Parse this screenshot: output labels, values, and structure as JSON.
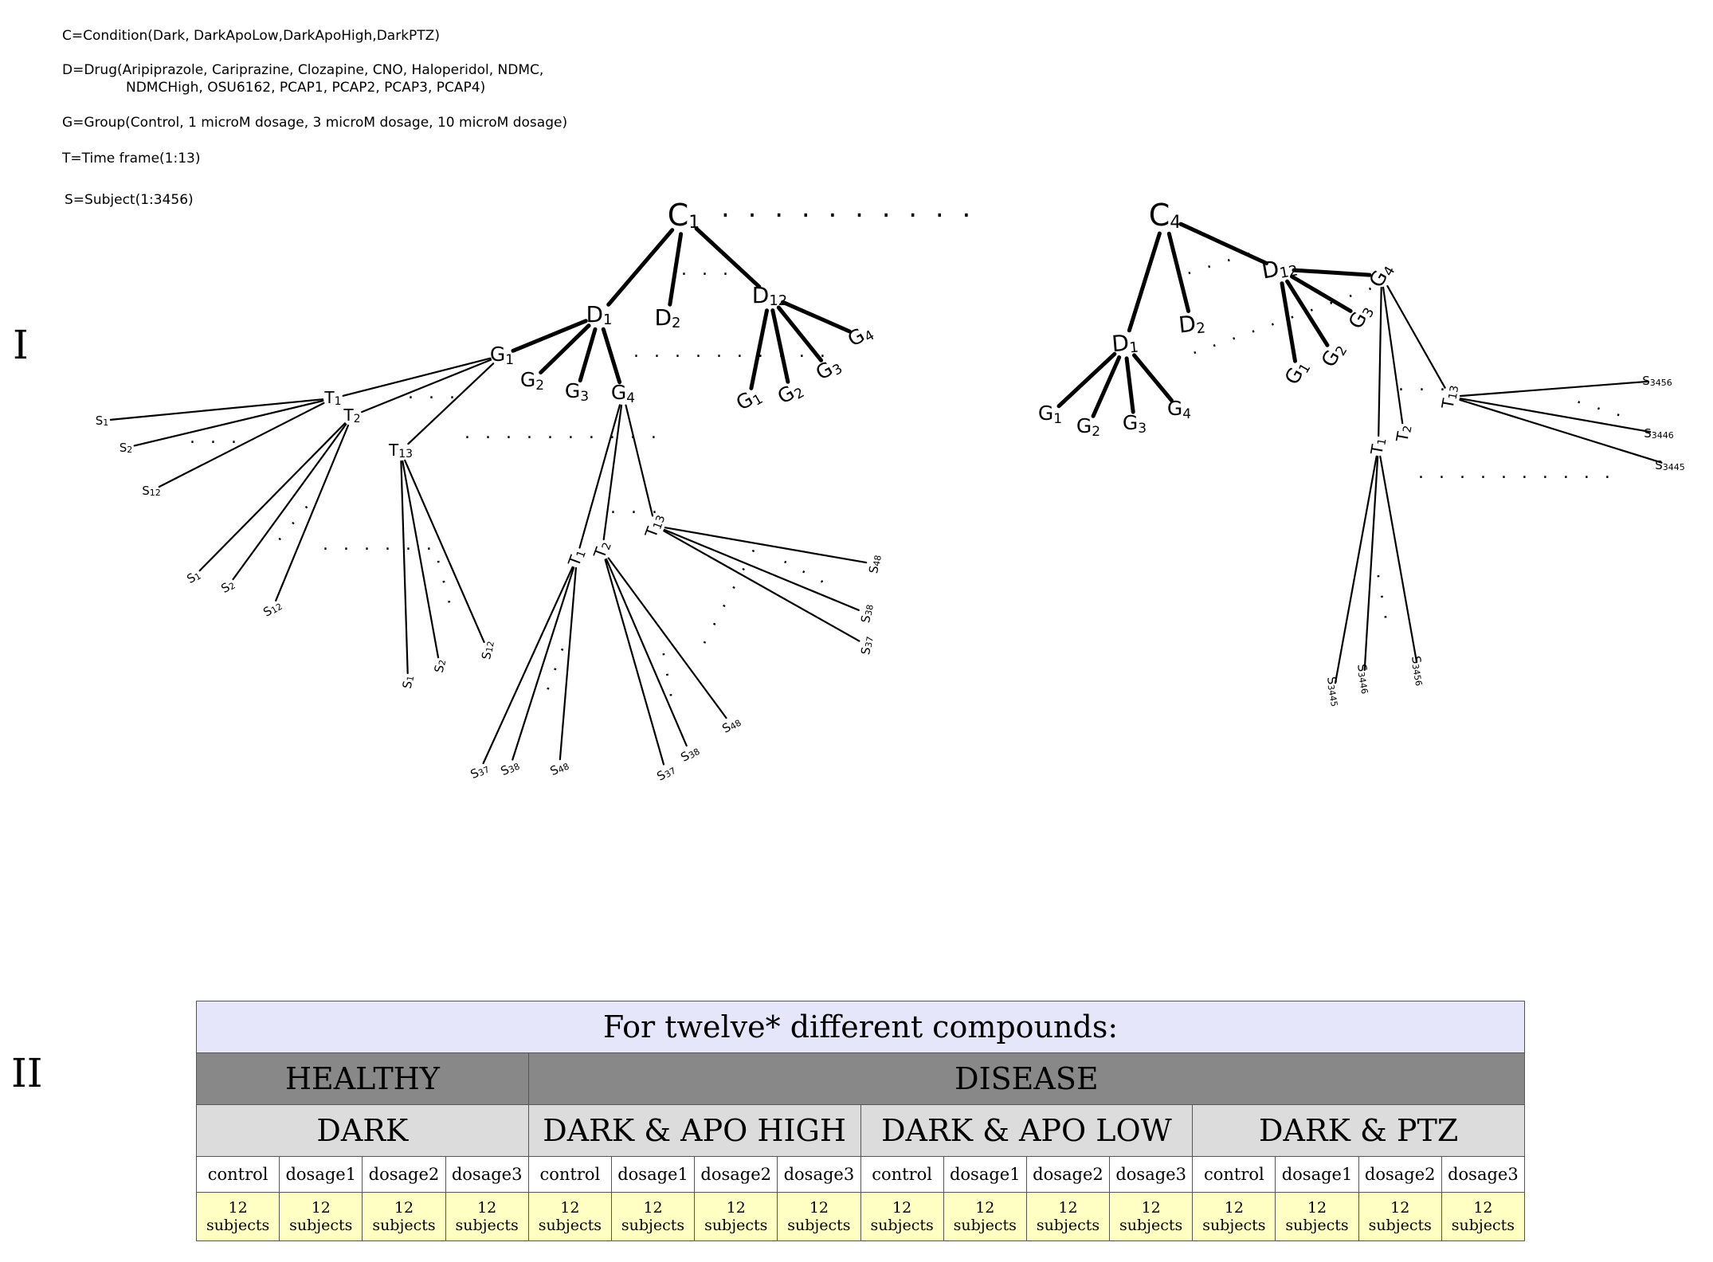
{
  "legend": {
    "condition": "C=Condition(Dark, DarkApoLow,DarkApoHigh,DarkPTZ)",
    "drug_line1": "D=Drug(Aripiprazole, Cariprazine, Clozapine, CNO, Haloperidol, NDMC,",
    "drug_line2": "NDMCHigh, OSU6162, PCAP1, PCAP2, PCAP3, PCAP4)",
    "group": "G=Group(Control, 1 microM dosage, 3 microM dosage, 10 microM dosage)",
    "time": "T=Time frame(1:13)",
    "subject": "S=Subject(1:3456)"
  },
  "section_labels": {
    "part1": "I",
    "part2": "II"
  },
  "tree_nodes": [
    {
      "id": "c1",
      "letter": "C",
      "sub": "1",
      "size": "xl"
    },
    {
      "id": "c4",
      "letter": "C",
      "sub": "4",
      "size": "xl"
    },
    {
      "id": "d1",
      "letter": "D",
      "sub": "1",
      "size": "lg"
    },
    {
      "id": "d2",
      "letter": "D",
      "sub": "2",
      "size": "lg"
    },
    {
      "id": "d12",
      "letter": "D",
      "sub": "12",
      "size": "lg"
    },
    {
      "id": "r_d1",
      "letter": "D",
      "sub": "1",
      "size": "lg"
    },
    {
      "id": "r_d2",
      "letter": "D",
      "sub": "2",
      "size": "lg"
    },
    {
      "id": "r_d12",
      "letter": "D",
      "sub": "12",
      "size": "lg"
    },
    {
      "id": "g1",
      "letter": "G",
      "sub": "1",
      "size": "md"
    },
    {
      "id": "g2",
      "letter": "G",
      "sub": "2",
      "size": "md"
    },
    {
      "id": "g3",
      "letter": "G",
      "sub": "3",
      "size": "md"
    },
    {
      "id": "g4",
      "letter": "G",
      "sub": "4",
      "size": "md"
    },
    {
      "id": "d12g1",
      "letter": "G",
      "sub": "1",
      "size": "md"
    },
    {
      "id": "d12g2",
      "letter": "G",
      "sub": "2",
      "size": "md"
    },
    {
      "id": "d12g3",
      "letter": "G",
      "sub": "3",
      "size": "md"
    },
    {
      "id": "d12g4",
      "letter": "G",
      "sub": "4",
      "size": "md"
    },
    {
      "id": "rd1g1",
      "letter": "G",
      "sub": "1",
      "size": "md"
    },
    {
      "id": "rd1g2",
      "letter": "G",
      "sub": "2",
      "size": "md"
    },
    {
      "id": "rd1g3",
      "letter": "G",
      "sub": "3",
      "size": "md"
    },
    {
      "id": "rd1g4",
      "letter": "G",
      "sub": "4",
      "size": "md"
    },
    {
      "id": "rd12g1",
      "letter": "G",
      "sub": "1",
      "size": "md"
    },
    {
      "id": "rd12g2",
      "letter": "G",
      "sub": "2",
      "size": "md"
    },
    {
      "id": "rd12g3",
      "letter": "G",
      "sub": "3",
      "size": "md"
    },
    {
      "id": "rd12g4",
      "letter": "G",
      "sub": "4",
      "size": "md"
    },
    {
      "id": "g1t1",
      "letter": "T",
      "sub": "1",
      "size": "sm"
    },
    {
      "id": "g1t2",
      "letter": "T",
      "sub": "2",
      "size": "sm"
    },
    {
      "id": "g1t13",
      "letter": "T",
      "sub": "13",
      "size": "sm"
    },
    {
      "id": "g4t1",
      "letter": "T",
      "sub": "1",
      "size": "sm"
    },
    {
      "id": "g4t2",
      "letter": "T",
      "sub": "2",
      "size": "sm"
    },
    {
      "id": "g4t13",
      "letter": "T",
      "sub": "13",
      "size": "sm"
    },
    {
      "id": "rg4t1",
      "letter": "T",
      "sub": "1",
      "size": "sm"
    },
    {
      "id": "rg4t2",
      "letter": "T",
      "sub": "2",
      "size": "sm"
    },
    {
      "id": "rg4t13",
      "letter": "T",
      "sub": "13",
      "size": "sm"
    },
    {
      "id": "s_a1",
      "letter": "S",
      "sub": "1",
      "size": "xs"
    },
    {
      "id": "s_a2",
      "letter": "S",
      "sub": "2",
      "size": "xs"
    },
    {
      "id": "s_a12",
      "letter": "S",
      "sub": "12",
      "size": "xs"
    },
    {
      "id": "s_b1",
      "letter": "S",
      "sub": "1",
      "size": "xs"
    },
    {
      "id": "s_b2",
      "letter": "S",
      "sub": "2",
      "size": "xs"
    },
    {
      "id": "s_b12",
      "letter": "S",
      "sub": "12",
      "size": "xs"
    },
    {
      "id": "s_c1",
      "letter": "S",
      "sub": "1",
      "size": "xs"
    },
    {
      "id": "s_c2",
      "letter": "S",
      "sub": "2",
      "size": "xs"
    },
    {
      "id": "s_c12",
      "letter": "S",
      "sub": "12",
      "size": "xs"
    },
    {
      "id": "s_d37",
      "letter": "S",
      "sub": "37",
      "size": "xs"
    },
    {
      "id": "s_d38",
      "letter": "S",
      "sub": "38",
      "size": "xs"
    },
    {
      "id": "s_d48",
      "letter": "S",
      "sub": "48",
      "size": "xs"
    },
    {
      "id": "s_e37",
      "letter": "S",
      "sub": "37",
      "size": "xs"
    },
    {
      "id": "s_e38",
      "letter": "S",
      "sub": "38",
      "size": "xs"
    },
    {
      "id": "s_e48",
      "letter": "S",
      "sub": "48",
      "size": "xs"
    },
    {
      "id": "s_f48",
      "letter": "S",
      "sub": "48",
      "size": "xs"
    },
    {
      "id": "s_f38",
      "letter": "S",
      "sub": "38",
      "size": "xs"
    },
    {
      "id": "s_f37",
      "letter": "S",
      "sub": "37",
      "size": "xs"
    },
    {
      "id": "s_g3445",
      "letter": "S",
      "sub": "3445",
      "size": "xs"
    },
    {
      "id": "s_g3446",
      "letter": "S",
      "sub": "3446",
      "size": "xs"
    },
    {
      "id": "s_g3456",
      "letter": "S",
      "sub": "3456",
      "size": "xs"
    },
    {
      "id": "s_h3456",
      "letter": "S",
      "sub": "3456",
      "size": "xs"
    },
    {
      "id": "s_h3446",
      "letter": "S",
      "sub": "3446",
      "size": "xs"
    },
    {
      "id": "s_h3445",
      "letter": "S",
      "sub": "3445",
      "size": "xs"
    }
  ],
  "tree_edges": [
    [
      "c1",
      "d1",
      "thick"
    ],
    [
      "c1",
      "d2",
      "thick"
    ],
    [
      "c1",
      "d12",
      "thick"
    ],
    [
      "d1",
      "g1",
      "thick"
    ],
    [
      "d1",
      "g2",
      "thick"
    ],
    [
      "d1",
      "g3",
      "thick"
    ],
    [
      "d1",
      "g4",
      "thick"
    ],
    [
      "d12",
      "d12g1",
      "thick"
    ],
    [
      "d12",
      "d12g2",
      "thick"
    ],
    [
      "d12",
      "d12g3",
      "thick"
    ],
    [
      "d12",
      "d12g4",
      "thick"
    ],
    [
      "g1",
      "g1t1",
      "thin"
    ],
    [
      "g1",
      "g1t2",
      "thin"
    ],
    [
      "g1",
      "g1t13",
      "thin"
    ],
    [
      "g1t1",
      "s_a1",
      "thin"
    ],
    [
      "g1t1",
      "s_a2",
      "thin"
    ],
    [
      "g1t1",
      "s_a12",
      "thin"
    ],
    [
      "g1t2",
      "s_b1",
      "thin"
    ],
    [
      "g1t2",
      "s_b2",
      "thin"
    ],
    [
      "g1t2",
      "s_b12",
      "thin"
    ],
    [
      "g1t13",
      "s_c1",
      "thin"
    ],
    [
      "g1t13",
      "s_c2",
      "thin"
    ],
    [
      "g1t13",
      "s_c12",
      "thin"
    ],
    [
      "g4",
      "g4t1",
      "thin"
    ],
    [
      "g4",
      "g4t2",
      "thin"
    ],
    [
      "g4",
      "g4t13",
      "thin"
    ],
    [
      "g4t1",
      "s_d37",
      "thin"
    ],
    [
      "g4t1",
      "s_d38",
      "thin"
    ],
    [
      "g4t1",
      "s_d48",
      "thin"
    ],
    [
      "g4t2",
      "s_e37",
      "thin"
    ],
    [
      "g4t2",
      "s_e38",
      "thin"
    ],
    [
      "g4t2",
      "s_e48",
      "thin"
    ],
    [
      "g4t13",
      "s_f48",
      "thin"
    ],
    [
      "g4t13",
      "s_f38",
      "thin"
    ],
    [
      "g4t13",
      "s_f37",
      "thin"
    ],
    [
      "c4",
      "r_d1",
      "thick"
    ],
    [
      "c4",
      "r_d2",
      "thick"
    ],
    [
      "c4",
      "r_d12",
      "thick"
    ],
    [
      "r_d1",
      "rd1g1",
      "thick"
    ],
    [
      "r_d1",
      "rd1g2",
      "thick"
    ],
    [
      "r_d1",
      "rd1g3",
      "thick"
    ],
    [
      "r_d1",
      "rd1g4",
      "thick"
    ],
    [
      "r_d12",
      "rd12g1",
      "thick"
    ],
    [
      "r_d12",
      "rd12g2",
      "thick"
    ],
    [
      "r_d12",
      "rd12g3",
      "thick"
    ],
    [
      "r_d12",
      "rd12g4",
      "thick"
    ],
    [
      "rd12g4",
      "rg4t1",
      "thin"
    ],
    [
      "rd12g4",
      "rg4t2",
      "thin"
    ],
    [
      "rd12g4",
      "rg4t13",
      "thin"
    ],
    [
      "rg4t1",
      "s_g3445",
      "thin"
    ],
    [
      "rg4t1",
      "s_g3446",
      "thin"
    ],
    [
      "rg4t1",
      "s_g3456",
      "thin"
    ],
    [
      "rg4t13",
      "s_h3456",
      "thin"
    ],
    [
      "rg4t13",
      "s_h3446",
      "thin"
    ],
    [
      "rg4t13",
      "s_h3445",
      "thin"
    ]
  ],
  "table": {
    "title": "For twelve* different compounds:",
    "groups": [
      {
        "label": "HEALTHY",
        "span": 4
      },
      {
        "label": "DISEASE",
        "span": 12
      }
    ],
    "conditions": [
      {
        "label": "DARK",
        "span": 4
      },
      {
        "label": "DARK & APO HIGH",
        "span": 4
      },
      {
        "label": "DARK & APO LOW",
        "span": 4
      },
      {
        "label": "DARK & PTZ",
        "span": 4
      }
    ],
    "dosages": [
      "control",
      "dosage1",
      "dosage2",
      "dosage3",
      "control",
      "dosage1",
      "dosage2",
      "dosage3",
      "control",
      "dosage1",
      "dosage2",
      "dosage3",
      "control",
      "dosage1",
      "dosage2",
      "dosage3"
    ],
    "subjects_line1": "12",
    "subjects_line2": "subjects"
  }
}
